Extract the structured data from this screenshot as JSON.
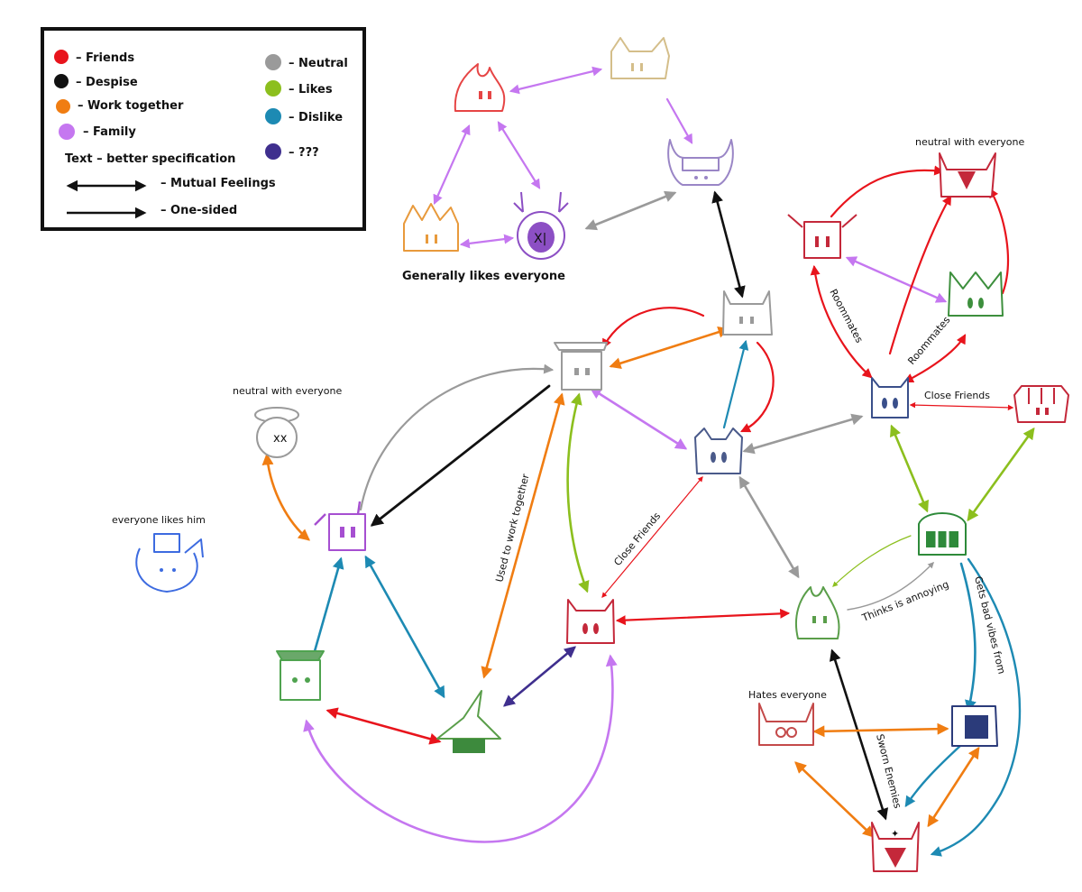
{
  "legend": {
    "items": [
      {
        "label": "– Friends",
        "color": "#e8141c"
      },
      {
        "label": "– Despise",
        "color": "#111111"
      },
      {
        "label": "– Work together",
        "color": "#f07d12"
      },
      {
        "label": "– Family",
        "color": "#c577f0"
      },
      {
        "label": "– Neutral",
        "color": "#9a9a9a"
      },
      {
        "label": "– Likes",
        "color": "#8cbf1e"
      },
      {
        "label": "– Dislike",
        "color": "#1d8ab3"
      },
      {
        "label": "– ???",
        "color": "#3f2f8e"
      }
    ],
    "text_note": "Text – better specification",
    "mutual_label": "– Mutual Feelings",
    "onesided_label": "– One-sided"
  },
  "notes": {
    "generally_likes": "Generally likes everyone",
    "neutral_top": "neutral with everyone",
    "neutral_left": "neutral with everyone",
    "everyone_likes": "everyone likes him",
    "hates_everyone": "Hates everyone"
  },
  "edge_labels": {
    "roommates_left": "Roommates",
    "roommates_right": "Roommates",
    "close_friends_right": "Close Friends",
    "close_friends_center": "Close Friends",
    "used_to_work": "Used to work together",
    "thinks_annoying": "Thinks is annoying",
    "bad_vibes": "Gets bad vibes from",
    "sworn_enemies": "Sworn Enemies"
  },
  "colors": {
    "friends": "#e8141c",
    "despise": "#111111",
    "work": "#f07d12",
    "family": "#c577f0",
    "neutral": "#9a9a9a",
    "likes": "#8cbf1e",
    "dislike": "#1d8ab3",
    "unknown": "#3f2f8e"
  },
  "nodes": [
    {
      "id": "flame",
      "color": "#e64545",
      "icon": "flame-head-icon"
    },
    {
      "id": "tan",
      "color": "#d4be8a",
      "icon": "eared-head-icon"
    },
    {
      "id": "violet-horned",
      "color": "#9a86c6",
      "icon": "horned-helmet-icon"
    },
    {
      "id": "orange-crown",
      "color": "#e89a3c",
      "icon": "crown-head-icon"
    },
    {
      "id": "purple-antler",
      "color": "#8c4fc4",
      "icon": "antler-head-icon"
    },
    {
      "id": "gray-horned",
      "color": "#9a9a9a",
      "icon": "horned-head-icon"
    },
    {
      "id": "gray-capped",
      "color": "#9a9a9a",
      "icon": "capped-head-icon"
    },
    {
      "id": "blue-cat",
      "color": "#4a5a8a",
      "icon": "cat-head-icon"
    },
    {
      "id": "halo",
      "color": "#9a9a9a",
      "icon": "halo-head-icon"
    },
    {
      "id": "purple-horned",
      "color": "#a64fd1",
      "icon": "horned-head-icon"
    },
    {
      "id": "blue-moose",
      "color": "#3d6be0",
      "icon": "moose-head-icon"
    },
    {
      "id": "red-horned-center",
      "color": "#c4283a",
      "icon": "horned-head-icon"
    },
    {
      "id": "green-capped",
      "color": "#4fa34f",
      "icon": "capped-head-icon"
    },
    {
      "id": "green-witch",
      "color": "#5a9e4a",
      "icon": "witch-hat-icon"
    },
    {
      "id": "green-flame",
      "color": "#5a9e4a",
      "icon": "flame-head-icon"
    },
    {
      "id": "red-winged",
      "color": "#c4283a",
      "icon": "winged-head-icon"
    },
    {
      "id": "red-tophorned",
      "color": "#c4283a",
      "icon": "horned-head-icon"
    },
    {
      "id": "green-spiked",
      "color": "#3d8f3d",
      "icon": "spiked-head-icon"
    },
    {
      "id": "navy-cat",
      "color": "#3a4f8a",
      "icon": "cat-head-icon"
    },
    {
      "id": "red-striped",
      "color": "#c4283a",
      "icon": "striped-head-icon"
    },
    {
      "id": "green-helmet",
      "color": "#2e8a3a",
      "icon": "helmet-head-icon"
    },
    {
      "id": "red-horned-low",
      "color": "#c44a4a",
      "icon": "horned-head-icon"
    },
    {
      "id": "navy-armored",
      "color": "#2b3b7a",
      "icon": "armored-head-icon"
    },
    {
      "id": "red-knight",
      "color": "#c4283a",
      "icon": "knight-head-icon"
    }
  ]
}
